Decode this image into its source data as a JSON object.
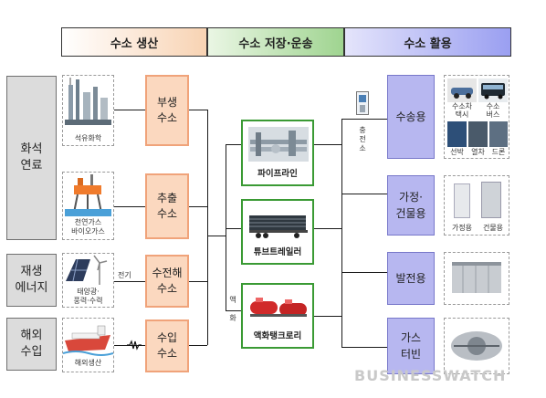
{
  "headers": {
    "production": "수소 생산",
    "storage": "수소 저장·운송",
    "utilization": "수소 활용"
  },
  "sources": [
    {
      "line1": "화석",
      "line2": "연료"
    },
    {
      "line1": "재생",
      "line2": "에너지"
    },
    {
      "line1": "해외",
      "line2": "수입"
    }
  ],
  "source_images": {
    "petrochem": "석유화학",
    "gas_line1": "천연가스",
    "gas_line2": "바이오가스",
    "renew_line1": "태양광·",
    "renew_line2": "풍력·수력",
    "overseas": "해외생산"
  },
  "production": [
    {
      "line1": "부생",
      "line2": "수소"
    },
    {
      "line1": "추출",
      "line2": "수소"
    },
    {
      "line1": "수전해",
      "line2": "수소"
    },
    {
      "line1": "수입",
      "line2": "수소"
    }
  ],
  "connectors": {
    "electricity": "전기",
    "liquefaction_1": "액",
    "liquefaction_2": "화",
    "charging_1": "충",
    "charging_2": "전",
    "charging_3": "소"
  },
  "storage": [
    {
      "label": "파이프라인"
    },
    {
      "label": "튜브트레일러"
    },
    {
      "label": "액화탱크로리"
    }
  ],
  "utilization": [
    {
      "line1": "수송용",
      "line2": ""
    },
    {
      "line1": "가정·",
      "line2": "건물용"
    },
    {
      "line1": "발전용",
      "line2": ""
    },
    {
      "line1": "가스",
      "line2": "터빈"
    }
  ],
  "transport_captions": {
    "taxi_1": "수소차",
    "taxi_2": "택시",
    "bus_1": "수소",
    "bus_2": "버스",
    "ship": "선박",
    "train": "열차",
    "drone": "드론"
  },
  "building_captions": {
    "home": "가정용",
    "building": "건물용"
  },
  "watermark": "BUSINESSWATCH",
  "colors": {
    "production_fill": "#fbd8bf",
    "production_border": "#f0a37a",
    "storage_border": "#3a9a34",
    "utilization_fill": "#b7b7f0",
    "source_fill": "#dcdcdc"
  }
}
